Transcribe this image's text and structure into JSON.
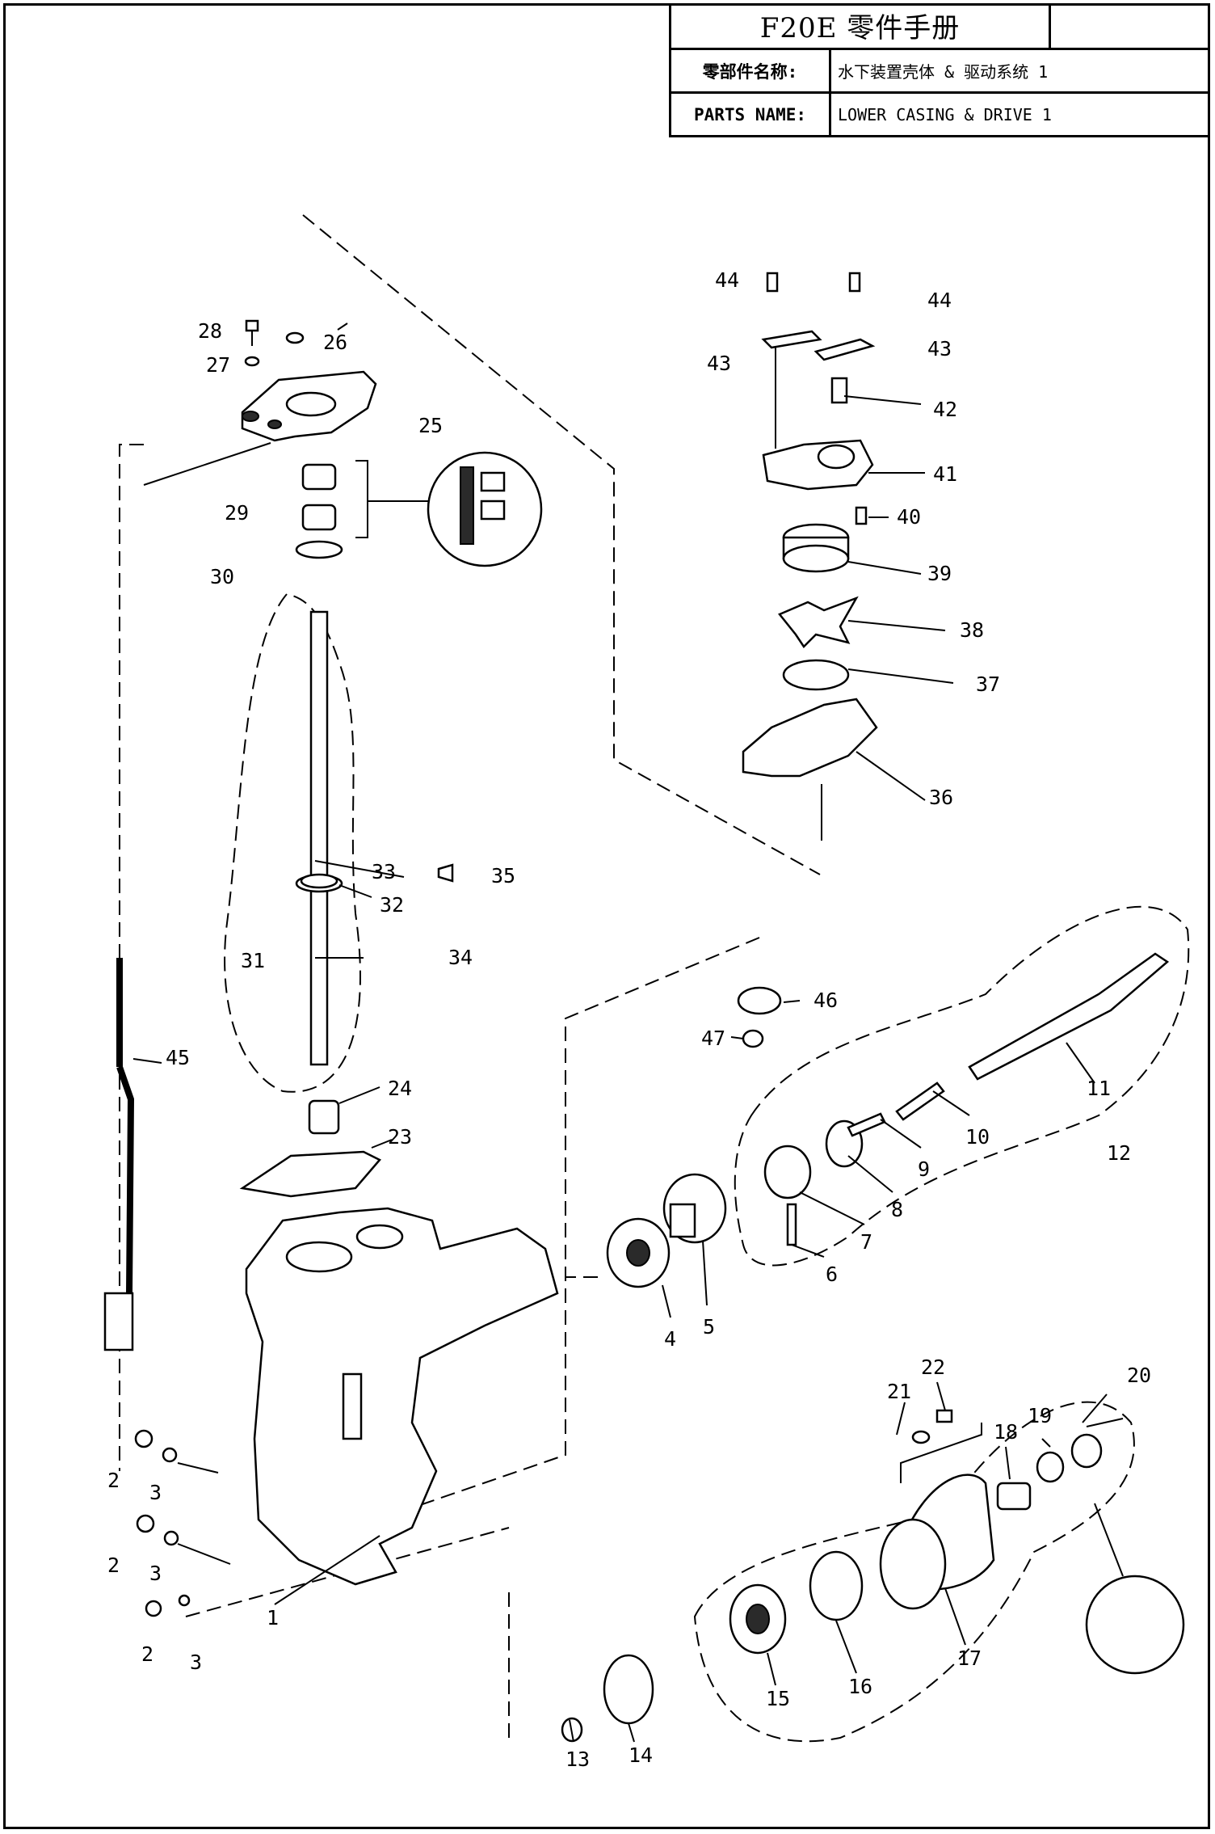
{
  "header": {
    "title": "F20E 零件手册",
    "cn_label": "零部件名称:",
    "cn_value": "水下装置壳体 & 驱动系统 1",
    "en_label": "PARTS NAME:",
    "en_value": "LOWER CASING & DRIVE 1"
  },
  "callouts": [
    "1",
    "2",
    "2",
    "2",
    "3",
    "3",
    "3",
    "4",
    "5",
    "6",
    "7",
    "8",
    "9",
    "10",
    "11",
    "12",
    "13",
    "14",
    "15",
    "16",
    "17",
    "18",
    "19",
    "20",
    "21",
    "22",
    "23",
    "24",
    "25",
    "26",
    "27",
    "28",
    "29",
    "30",
    "31",
    "32",
    "33",
    "34",
    "35",
    "36",
    "37",
    "38",
    "39",
    "40",
    "41",
    "42",
    "43",
    "43",
    "44",
    "44",
    "45",
    "46",
    "47"
  ]
}
